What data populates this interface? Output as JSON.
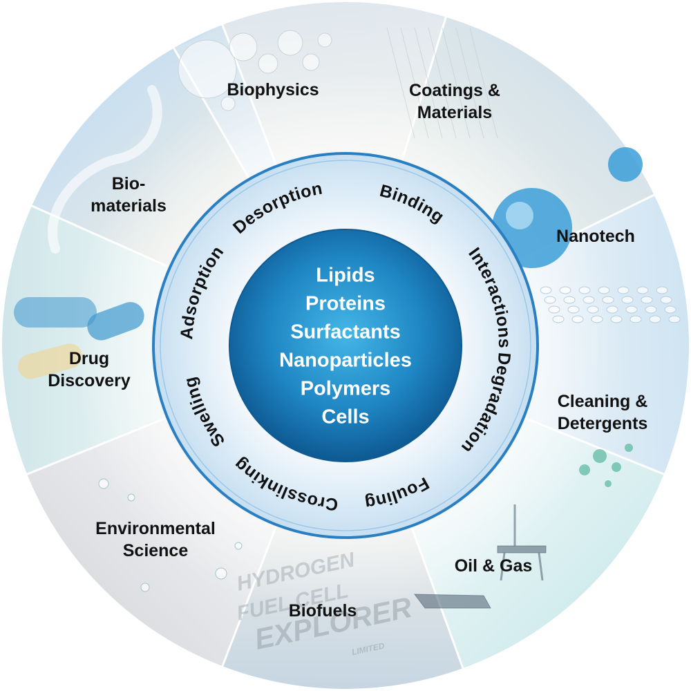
{
  "applications": [
    {
      "id": "biophysics",
      "lines": [
        "Biophysics"
      ],
      "tint": "#dfe7ee",
      "tint2": "#f7f5ef"
    },
    {
      "id": "coatings",
      "lines": [
        "Coatings &",
        "Materials"
      ],
      "tint": "#d5e2ea",
      "tint2": "#eef1e9"
    },
    {
      "id": "nanotech",
      "lines": [
        "Nanotech"
      ],
      "tint": "#cfe4f2",
      "tint2": "#f2f6fa"
    },
    {
      "id": "cleaning",
      "lines": [
        "Cleaning &",
        "Detergents"
      ],
      "tint": "#d2ecee",
      "tint2": "#f4f9f9"
    },
    {
      "id": "oil-gas",
      "lines": [
        "Oil & Gas"
      ],
      "tint": "#c6d6e2",
      "tint2": "#f2efe9"
    },
    {
      "id": "biofuels",
      "lines": [
        "Biofuels"
      ],
      "tint": "#dcdee2",
      "tint2": "#f5f5f6"
    },
    {
      "id": "environmental",
      "lines": [
        "Environmental",
        "Science"
      ],
      "tint": "#cfe6ea",
      "tint2": "#f2f8f6"
    },
    {
      "id": "drug-discovery",
      "lines": [
        "Drug",
        "Discovery"
      ],
      "tint": "#c9dff0",
      "tint2": "#f4efe2"
    },
    {
      "id": "biomaterials",
      "lines": [
        "Bio-",
        "materials"
      ],
      "tint": "#d4e4ee",
      "tint2": "#f4f7fa"
    }
  ],
  "processes": [
    {
      "id": "adsorption",
      "text": "Adsorption"
    },
    {
      "id": "desorption",
      "text": "Desorption"
    },
    {
      "id": "binding",
      "text": "Binding"
    },
    {
      "id": "interactions",
      "text": "Interactions"
    },
    {
      "id": "degradation",
      "text": "Degradation"
    },
    {
      "id": "fouling",
      "text": "Fouling"
    },
    {
      "id": "crosslinking",
      "text": "Crosslinking"
    },
    {
      "id": "swelling",
      "text": "Swelling"
    }
  ],
  "core_items": [
    "Lipids",
    "Proteins",
    "Surfactants",
    "Nanoparticles",
    "Polymers",
    "Cells"
  ],
  "colors": {
    "ring_light": "#e4f0fa",
    "ring_mid": "#c6dff1",
    "ring_border": "#2a7fc2",
    "core_center": "#44b6e6",
    "core_edge": "#0a4f86",
    "core_text": "#ffffff"
  },
  "decor": {
    "biofuels_badge": [
      "HYDROGEN",
      "FUEL CELL",
      "EXPLORER",
      "LIMITED"
    ]
  }
}
